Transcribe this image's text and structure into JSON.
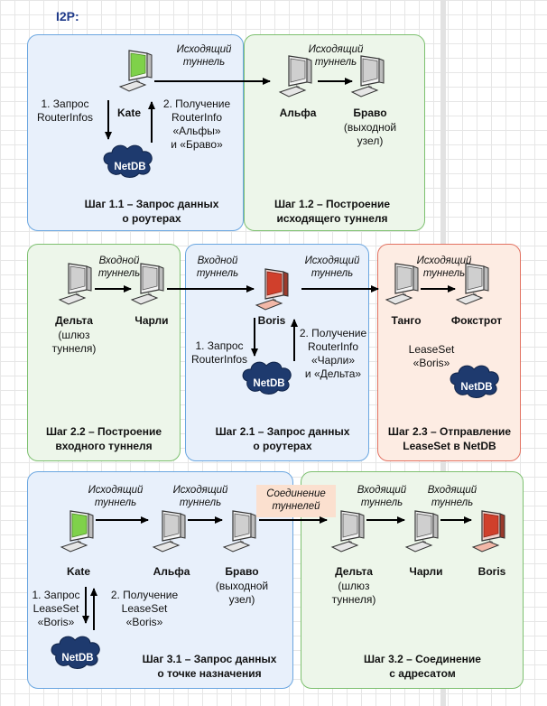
{
  "header": "I2P:",
  "netdb": "NetDB",
  "panels": {
    "p11": {
      "caption1": "Шаг 1.1 – Запрос  данных",
      "caption2": "о роутерах",
      "node": "Kate",
      "req1": "1. Запрос",
      "req2": "RouterInfos",
      "get1": "2. Получение",
      "get2": "RouterInfo",
      "get3": "«Альфы»",
      "get4": "и «Браво»",
      "tun1": "Исходящий",
      "tun2": "туннель"
    },
    "p12": {
      "caption1": "Шаг 1.2 – Построение",
      "caption2": "исходящего туннеля",
      "tun1": "Исходящий",
      "tun2": "туннель",
      "node1": "Альфа",
      "node2": "Браво",
      "node2_sub1": "(выходной",
      "node2_sub2": "узел)"
    },
    "p22": {
      "caption1": "Шаг 2.2 – Построение",
      "caption2": "входного туннеля",
      "tun1": "Входной",
      "tun2": "туннель",
      "node1": "Дельта",
      "node1_sub1": "(шлюз",
      "node1_sub2": "туннеля)",
      "node2": "Чарли"
    },
    "p21": {
      "caption1": "Шаг 2.1 – Запрос  данных",
      "caption2": "о роутерах",
      "tunA1": "Входной",
      "tunA2": "туннель",
      "tunB1": "Исходящий",
      "tunB2": "туннель",
      "node": "Boris",
      "req1": "1. Запрос",
      "req2": "RouterInfos",
      "get1": "2. Получение",
      "get2": "RouterInfo",
      "get3": "«Чарли»",
      "get4": "и «Дельта»"
    },
    "p23": {
      "caption1": "Шаг 2.3 – Отправление",
      "caption2": "LeaseSet в NetDB",
      "tun1": "Исходящий",
      "tun2": "туннель",
      "node1": "Танго",
      "node2": "Фокстрот",
      "ls1": "LeaseSet",
      "ls2": "«Boris»"
    },
    "p31": {
      "caption1": "Шаг 3.1 – Запрос данных",
      "caption2": "о точке назначения",
      "tun1": "Исходящий",
      "tun2": "туннель",
      "tun3": "Исходящий",
      "tun4": "туннель",
      "node1": "Kate",
      "node2": "Альфа",
      "node3": "Браво",
      "node3_sub1": "(выходной",
      "node3_sub2": "узел)",
      "req1": "1. Запрос",
      "req2": "LeaseSet",
      "req3": "«Boris»",
      "get1": "2. Получение",
      "get2": "LeaseSet",
      "get3": "«Boris»"
    },
    "p32": {
      "caption1": "Шаг 3.2 – Соединение",
      "caption2": "с адресатом",
      "conn1": "Соединение",
      "conn2": "туннелей",
      "tun1": "Входящий",
      "tun2": "туннель",
      "tun3": "Входящий",
      "tun4": "туннель",
      "node1": "Дельта",
      "node1_sub1": "(шлюз",
      "node1_sub2": "туннеля)",
      "node2": "Чарли",
      "node3": "Boris"
    }
  },
  "colors": {
    "blue_border": "#6aa6e0",
    "green_border": "#7dc06f",
    "red_border": "#e27262",
    "netdb_cloud": "#1e3a6e",
    "kate_screen": "#7fd14a",
    "boris_screen": "#d0402c"
  }
}
